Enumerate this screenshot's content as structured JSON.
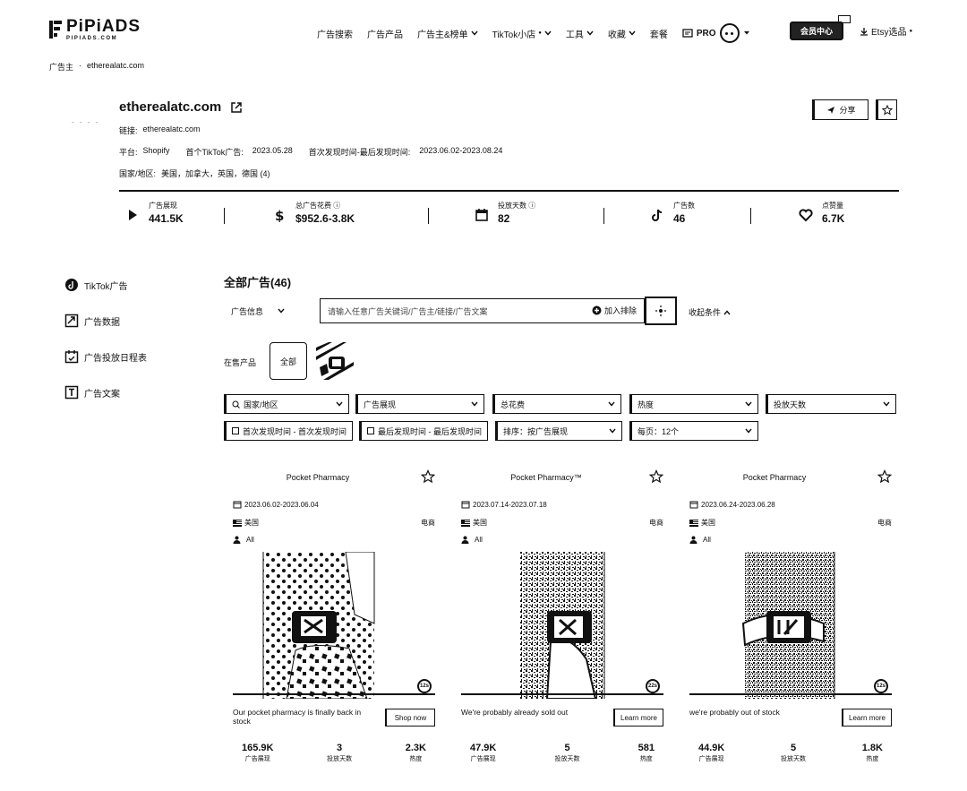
{
  "header": {
    "logo_main": "PiPiADS",
    "logo_sub": "PIPIADS.COM",
    "nav": [
      {
        "label": "广告搜索",
        "chevron": false
      },
      {
        "label": "广告产品",
        "chevron": false
      },
      {
        "label": "广告主&榜单",
        "chevron": true
      },
      {
        "label": "TikTok小店",
        "chevron": true
      },
      {
        "label": "工具",
        "chevron": true
      },
      {
        "label": "收藏",
        "chevron": true
      },
      {
        "label": "套餐",
        "chevron": false
      }
    ],
    "pro_label": "PRO",
    "vip_label": "会员中心",
    "etsy_label": "Etsy选品"
  },
  "breadcrumb": {
    "root": "广告主",
    "sep": "·",
    "current": "etherealatc.com"
  },
  "advertiser": {
    "logo_text": "- - - -",
    "name": "etherealatc.com",
    "link_label": "链接:",
    "link_value": "etherealatc.com",
    "platform_label": "平台:",
    "platform_value": "Shopify",
    "first_ad_label": "首个TikTok广告:",
    "first_ad_value": "2023.05.28",
    "seen_label": "首次发现时间-最后发现时间:",
    "seen_value": "2023.06.02-2023.08.24",
    "region_label": "国家/地区:",
    "region_value": "美国，加拿大，英国，德国 (4)",
    "share_label": "分享"
  },
  "stats": [
    {
      "icon": "play-icon",
      "label": "广告展现",
      "value": "441.5K"
    },
    {
      "icon": "dollar-icon",
      "label": "总广告花费 ⓘ",
      "value": "$952.6-3.8K"
    },
    {
      "icon": "calendar-icon",
      "label": "投放天数 ⓘ",
      "value": "82"
    },
    {
      "icon": "tiktok-icon",
      "label": "广告数",
      "value": "46"
    },
    {
      "icon": "heart-icon",
      "label": "点赞量",
      "value": "6.7K"
    }
  ],
  "sidebar": [
    {
      "icon": "tiktok-icon",
      "label": "TikTok广告"
    },
    {
      "icon": "chart-icon",
      "label": "广告数据"
    },
    {
      "icon": "schedule-icon",
      "label": "广告投放日程表"
    },
    {
      "icon": "text-icon",
      "label": "广告文案"
    }
  ],
  "main": {
    "title": "全部广告(46)",
    "search_type": "广告信息",
    "search_placeholder": "请输入任意广告关键词/广告主/链接/广告文案",
    "add_exclude": "加入排除",
    "collapse_label": "收起条件",
    "on_sale_label": "在售产品",
    "product_all": "全部"
  },
  "filters": [
    {
      "label": "国家/地区",
      "checkbox": false,
      "dropdown": true
    },
    {
      "label": "广告展现",
      "checkbox": false,
      "dropdown": true
    },
    {
      "label": "总花费",
      "checkbox": false,
      "dropdown": true
    },
    {
      "label": "热度",
      "checkbox": false,
      "dropdown": true
    },
    {
      "label": "投放天数",
      "checkbox": false,
      "dropdown": true
    },
    {
      "label": "首次发现时间 - 首次发现时间",
      "checkbox": true,
      "dropdown": false
    },
    {
      "label": "最后发现时间 - 最后发现时间",
      "checkbox": true,
      "dropdown": false
    },
    {
      "label": "排序：按广告展现",
      "checkbox": false,
      "dropdown": true
    },
    {
      "label": "每页：12个",
      "checkbox": false,
      "dropdown": true
    }
  ],
  "cards": [
    {
      "name": "Pocket Pharmacy",
      "date": "2023.06.02-2023.06.04",
      "country": "美国",
      "type": "电商",
      "audience": "All",
      "duration": "12s",
      "caption": "Our pocket pharmacy is finally back in stock",
      "cta": "Shop now",
      "impressions": "165.9K",
      "days": "3",
      "heat": "2.3K",
      "impressions_label": "广告展现",
      "days_label": "投放天数",
      "heat_label": "热度"
    },
    {
      "name": "Pocket Pharmacy™",
      "date": "2023.07.14-2023.07.18",
      "country": "美国",
      "type": "电商",
      "audience": "All",
      "duration": "22s",
      "caption": "We're probably already sold out",
      "cta": "Learn more",
      "impressions": "47.9K",
      "days": "5",
      "heat": "581",
      "impressions_label": "广告展现",
      "days_label": "投放天数",
      "heat_label": "热度"
    },
    {
      "name": "Pocket Pharmacy",
      "date": "2023.06.24-2023.06.28",
      "country": "美国",
      "type": "电商",
      "audience": "All",
      "duration": "12s",
      "caption": "we're probably out of stock",
      "cta": "Learn more",
      "impressions": "44.9K",
      "days": "5",
      "heat": "1.8K",
      "impressions_label": "广告展现",
      "days_label": "投放天数",
      "heat_label": "热度"
    }
  ]
}
